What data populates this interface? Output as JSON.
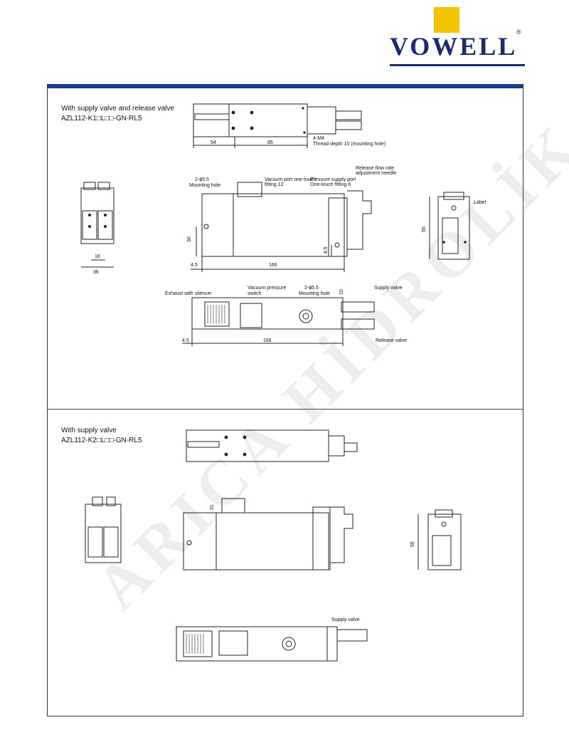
{
  "logo": {
    "brand": "VOWELL",
    "registered": "®"
  },
  "watermark": "ARICA HİDROLİK",
  "section1": {
    "title_line1": "With supply valve and release valve",
    "title_line2": "AZL112-K1□L□□-GN-RL5",
    "labels": {
      "mounting_hole_top": "4-M4",
      "thread_depth": "Thread depth 10 (mounting hole)",
      "mounting_hole_side": "2-ϕ5.5",
      "mounting_hole_side2": "Mounting hole",
      "vacuum_port": "Vacuum port one-touch",
      "vacuum_port2": "fitting 12",
      "pressure_port": "Pressure supply port",
      "pressure_port2": "One-touch fitting 6",
      "release_flow": "Release flow rate",
      "release_flow2": "adjustment needle",
      "label_tag": "Label",
      "exhaust": "Exhaust with silencer",
      "vacuum_switch": "Vacuum pressure",
      "vacuum_switch2": "switch",
      "mounting_hole_bottom": "2-ϕ5.5",
      "mounting_hole_bottom2": "Mounting hole",
      "supply_valve": "Supply valve",
      "release_valve": "Release valve"
    },
    "dims": {
      "d54": "54",
      "d85": "85",
      "d16": "16",
      "d36": "36",
      "d30": "30",
      "d4_5a": "4.5",
      "d166a": "166",
      "d8_5": "8.5",
      "d56": "56",
      "d4_5b": "4.5",
      "d166b": "166",
      "d10": "10"
    }
  },
  "section2": {
    "title_line1": "With supply valve",
    "title_line2": "AZL112-K2□L□□-GN-RL5",
    "labels": {
      "supply_valve": "Supply valve"
    },
    "dims": {
      "d31": "31",
      "d56": "56"
    }
  }
}
